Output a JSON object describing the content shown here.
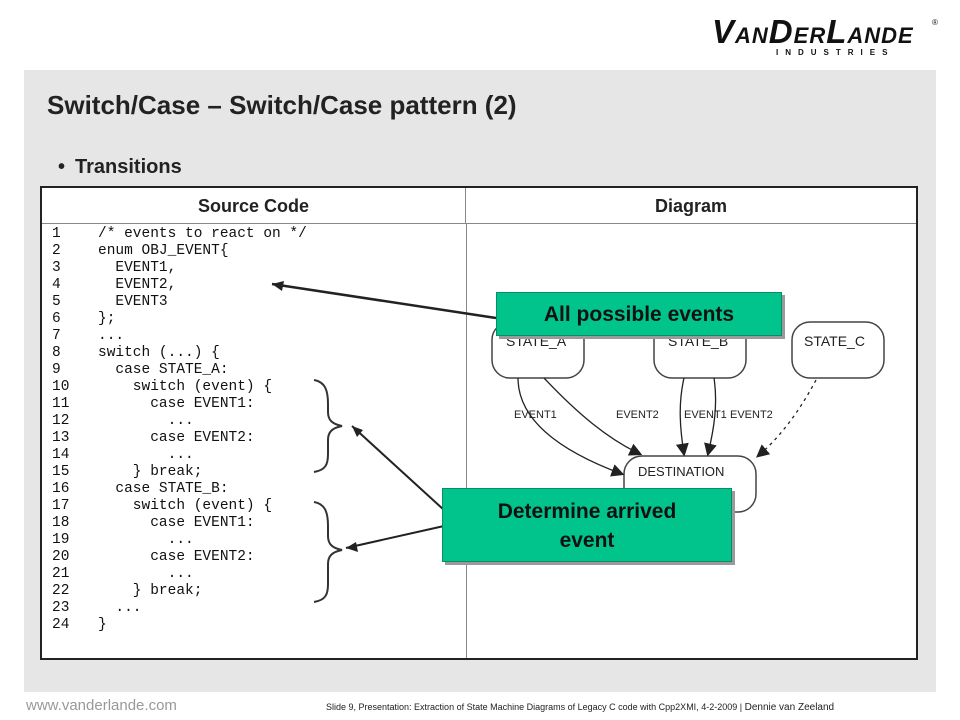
{
  "logo": {
    "parts": [
      "V",
      "AN",
      "D",
      "ER",
      "L",
      "ANDE"
    ],
    "registered": "®",
    "subtitle": "INDUSTRIES"
  },
  "slide": {
    "title": "Switch/Case – Switch/Case pattern (2)",
    "bullet": "Transitions"
  },
  "table": {
    "headers": [
      "Source Code",
      "Diagram"
    ],
    "code_lines": [
      {
        "n": "1",
        "text": "/* events to react on */"
      },
      {
        "n": "2",
        "text": "enum OBJ_EVENT{"
      },
      {
        "n": "3",
        "text": "  EVENT1,"
      },
      {
        "n": "4",
        "text": "  EVENT2,"
      },
      {
        "n": "5",
        "text": "  EVENT3"
      },
      {
        "n": "6",
        "text": "};"
      },
      {
        "n": "7",
        "text": "..."
      },
      {
        "n": "8",
        "text": "switch (...) {"
      },
      {
        "n": "9",
        "text": "  case STATE_A:"
      },
      {
        "n": "10",
        "text": "    switch (event) {"
      },
      {
        "n": "11",
        "text": "      case EVENT1:"
      },
      {
        "n": "12",
        "text": "        ..."
      },
      {
        "n": "13",
        "text": "      case EVENT2:"
      },
      {
        "n": "14",
        "text": "        ..."
      },
      {
        "n": "15",
        "text": "    } break;"
      },
      {
        "n": "16",
        "text": "  case STATE_B:"
      },
      {
        "n": "17",
        "text": "    switch (event) {"
      },
      {
        "n": "18",
        "text": "      case EVENT1:"
      },
      {
        "n": "19",
        "text": "        ..."
      },
      {
        "n": "20",
        "text": "      case EVENT2:"
      },
      {
        "n": "21",
        "text": "        ..."
      },
      {
        "n": "22",
        "text": "    } break;"
      },
      {
        "n": "23",
        "text": "  ..."
      },
      {
        "n": "24",
        "text": "}"
      }
    ]
  },
  "diagram": {
    "states": [
      "STATE_A",
      "STATE_B",
      "STATE_C",
      "DESTINATION"
    ],
    "edge_labels": [
      "EVENT1",
      "EVENT2",
      "EVENT1",
      "EVENT2"
    ]
  },
  "callouts": {
    "events": "All possible events",
    "arrived_line1": "Determine arrived",
    "arrived_line2": "event"
  },
  "colors": {
    "callout": "#00c48c",
    "background": "#e6e6e6"
  },
  "footer": {
    "url": "www.vanderlande.com",
    "text": "Slide 9, Presentation: Extraction of State Machine Diagrams of Legacy C code with Cpp2XMI, 4-2-2009",
    "separator": "|",
    "author": "Dennie van Zeeland"
  }
}
